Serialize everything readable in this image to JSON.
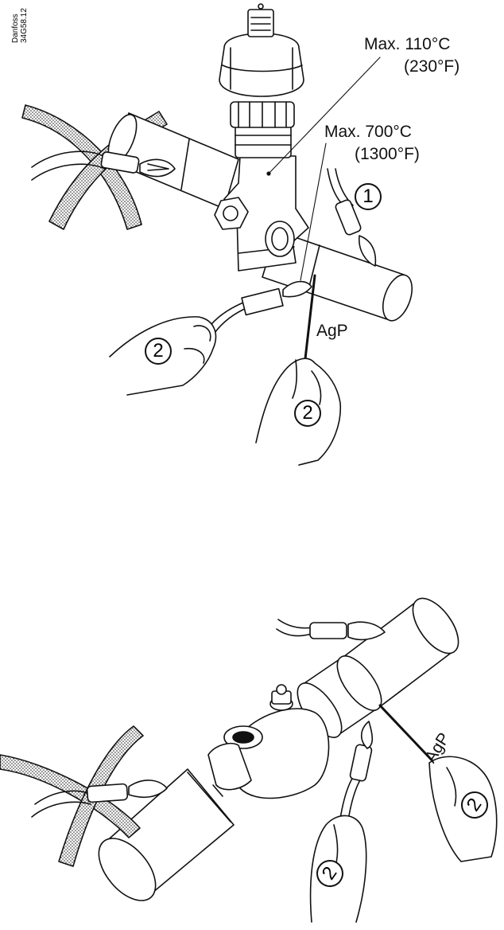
{
  "figure": {
    "brand": "Danfoss",
    "code": "34G58.12"
  },
  "top": {
    "max_temp_valve": "Max. 110°C",
    "max_temp_valve_f": "(230°F)",
    "max_temp_joint": "Max. 700°C",
    "max_temp_joint_f": "(1300°F)",
    "filler": "AgP",
    "step_cool": "1",
    "step_torch": "2",
    "step_rod": "2"
  },
  "bottom": {
    "filler": "AgP",
    "step_torch": "2",
    "step_rod": "2"
  }
}
